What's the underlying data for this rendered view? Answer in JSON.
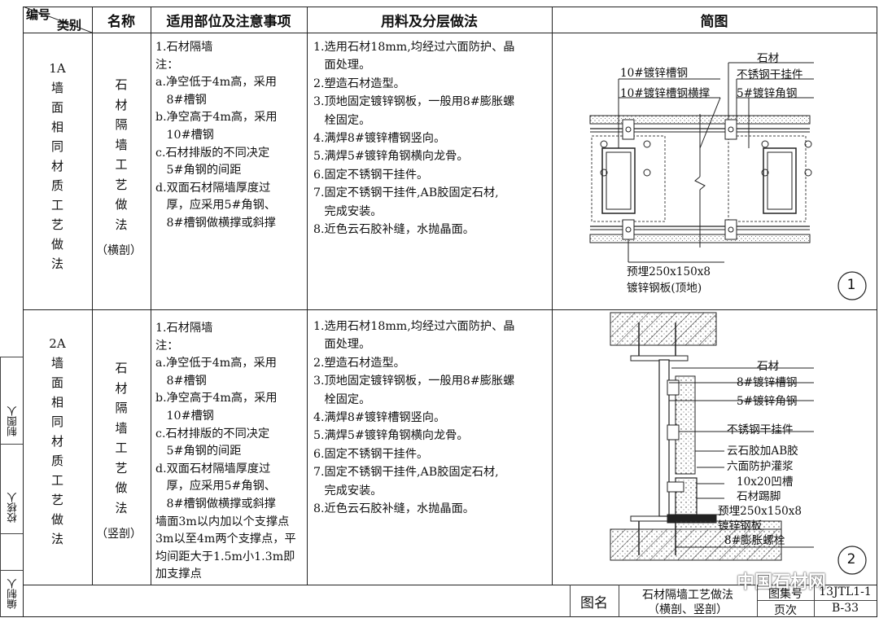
{
  "header": {
    "code_top": "编号",
    "code_bottom": "类别",
    "name": "名称",
    "scope": "适用部位及注意事项",
    "method": "用料及分层做法",
    "diagram": "简图"
  },
  "rows": [
    {
      "code_chars": [
        "1A",
        "墙",
        "面",
        "相",
        "同",
        "材",
        "质",
        "工",
        "艺",
        "做",
        "法"
      ],
      "name_chars": [
        "石",
        "材",
        "隔",
        "墙",
        "工",
        "艺",
        "做",
        "法",
        "（横剖）"
      ],
      "scope_lines": [
        "1.石材隔墙",
        "注：",
        "a.净空低于4m高，采用",
        "   8#槽钢",
        "b.净空高于4m高，采用",
        "   10#槽钢",
        "c.石材排版的不同决定",
        "   5#角钢的间距",
        "d.双面石材隔墙厚度过",
        "   厚，应采用5#角钢、",
        "   8#槽钢做横撑或斜撑"
      ],
      "method_lines": [
        "1.选用石材18mm,均经过六面防护、晶",
        "   面处理。",
        "2.塑造石材造型。",
        "3.顶地固定镀锌钢板，一般用8#膨胀螺",
        "   栓固定。",
        "4.满焊8#镀锌槽钢竖向。",
        "5.满焊5#镀锌角钢横向龙骨。",
        "6.固定不锈钢干挂件。",
        "7.固定不锈钢干挂件,AB胶固定石材,",
        "   完成安装。",
        "8.近色云石胶补缝，水抛晶面。"
      ],
      "diagram_labels": {
        "l1": "10#镀锌槽钢",
        "l2": "10#镀锌槽钢横撑",
        "l3": "石材",
        "l4": "不锈钢干挂件",
        "l5": "5#镀锌角钢",
        "l6": "预埋250x150x8",
        "l7": "镀锌钢板(顶地)",
        "num": "1"
      }
    },
    {
      "code_chars": [
        "2A",
        "墙",
        "面",
        "相",
        "同",
        "材",
        "质",
        "工",
        "艺",
        "做",
        "法"
      ],
      "name_chars": [
        "石",
        "材",
        "隔",
        "墙",
        "工",
        "艺",
        "做",
        "法",
        "（竖剖）"
      ],
      "scope_lines": [
        "1.石材隔墙",
        "注：",
        "a.净空低于4m高，采用",
        "   8#槽钢",
        "b.净空高于4m高，采用",
        "   10#槽钢",
        "c.石材排版的不同决定",
        "   5#角钢的间距",
        "d.双面石材隔墙厚度过",
        "   厚，应采用5#角钢、",
        "   8#槽钢做横撑或斜撑",
        "墙面3m以内加以个支撑点",
        "3m以至4m两个支撑点，平",
        "均间距大于1.5m小1.3m即",
        "加支撑点"
      ],
      "method_lines": [
        "1.选用石材18mm,均经过六面防护、晶",
        "   面处理。",
        "2.塑造石材造型。",
        "3.顶地固定镀锌钢板，一般用8#膨胀螺",
        "   栓固定。",
        "4.满焊8#镀锌槽钢竖向。",
        "5.满焊5#镀锌角钢横向龙骨。",
        "6.固定不锈钢干挂件。",
        "7.固定不锈钢干挂件,AB胶固定石材,",
        "   完成安装。",
        "8.近色云石胶补缝，水抛晶面。"
      ],
      "diagram_labels": {
        "l1": "石材",
        "l2": "8#镀锌槽钢",
        "l3": "5#镀锌角钢",
        "l4": "不锈钢干挂件",
        "l5": "云石胶加AB胶",
        "l6": "六面防护灌浆",
        "l7": "10x20凹槽",
        "l8": "石材踢脚",
        "l9": "预埋250x150x8",
        "l10": "镀锌钢板",
        "l11": "8#膨胀螺栓",
        "num": "2"
      }
    }
  ],
  "side": {
    "drawer": "制图人",
    "checker": "校核人",
    "editor": "编制人"
  },
  "footer": {
    "title_label": "图名",
    "title_value_1": "石材隔墙工艺做法",
    "title_value_2": "（横剖、竖剖）",
    "atlas_label": "图集号",
    "atlas_value": "13JTL1-1",
    "page_label": "页次",
    "page_value": "B-33"
  },
  "watermark": "中国石材网"
}
